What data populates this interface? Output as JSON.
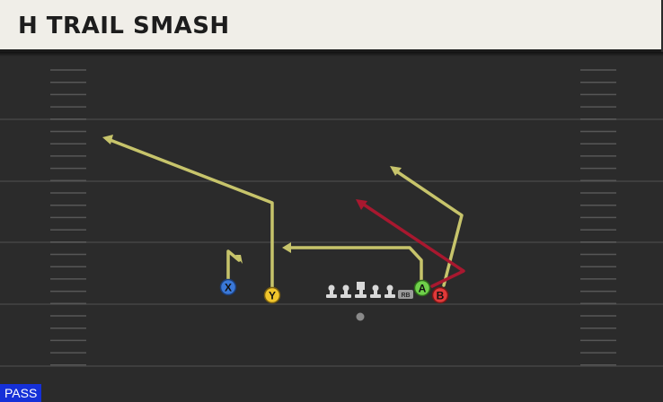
{
  "play": {
    "title": "H TRAIL SMASH",
    "type_tag": "PASS"
  },
  "players": [
    {
      "label": "X",
      "color": "#3a78d8"
    },
    {
      "label": "Y",
      "color": "#f0c52c"
    },
    {
      "label": "A",
      "color": "#6fd04a"
    },
    {
      "label": "B",
      "color": "#e03a3a"
    }
  ],
  "backfield": {
    "rb_label": "RB"
  },
  "colors": {
    "route_primary": "#c7c46b",
    "route_highlight": "#a8182f",
    "field": "#2b2b2b",
    "yard_line": "#3e3e3e",
    "hash": "#555555",
    "lineman": "#d8d8d8",
    "tag": "#1530d8"
  }
}
